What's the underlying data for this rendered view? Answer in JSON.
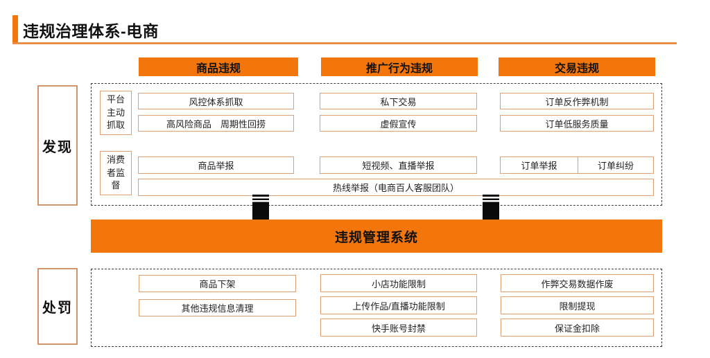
{
  "colors": {
    "accent_orange": "#F2760B",
    "box_border_tan": "#DC9F71",
    "side_border_tan": "#D2946A",
    "dash_border": "#3c3c3c",
    "arrow_black": "#0a0a0a",
    "text": "#1c1c1c"
  },
  "title": "违规治理体系-电商",
  "category_headers": [
    "商品违规",
    "推广行为违规",
    "交易违规"
  ],
  "discovery": {
    "label": "发现",
    "platform": {
      "label": "平台主动抓取",
      "product": [
        "风控体系抓取",
        "高风险商品　周期性回捞"
      ],
      "promotion": [
        "私下交易",
        "虚假宣传"
      ],
      "trade": [
        "订单反作弊机制",
        "订单低服务质量"
      ]
    },
    "consumer": {
      "label": "消费者监督",
      "product": [
        "商品举报"
      ],
      "promotion": [
        "短视频、直播举报"
      ],
      "trade": [
        "订单举报",
        "订单纠纷"
      ],
      "hotline": "热线举报（电商百人客服团队）"
    }
  },
  "system_bar": "违规管理系统",
  "punishment": {
    "label": "处罚",
    "product": [
      "商品下架",
      "其他违规信息清理"
    ],
    "promotion": [
      "小店功能限制",
      "上传作品/直播功能限制",
      "快手账号封禁"
    ],
    "trade": [
      "作弊交易数据作废",
      "限制提现",
      "保证金扣除"
    ]
  }
}
